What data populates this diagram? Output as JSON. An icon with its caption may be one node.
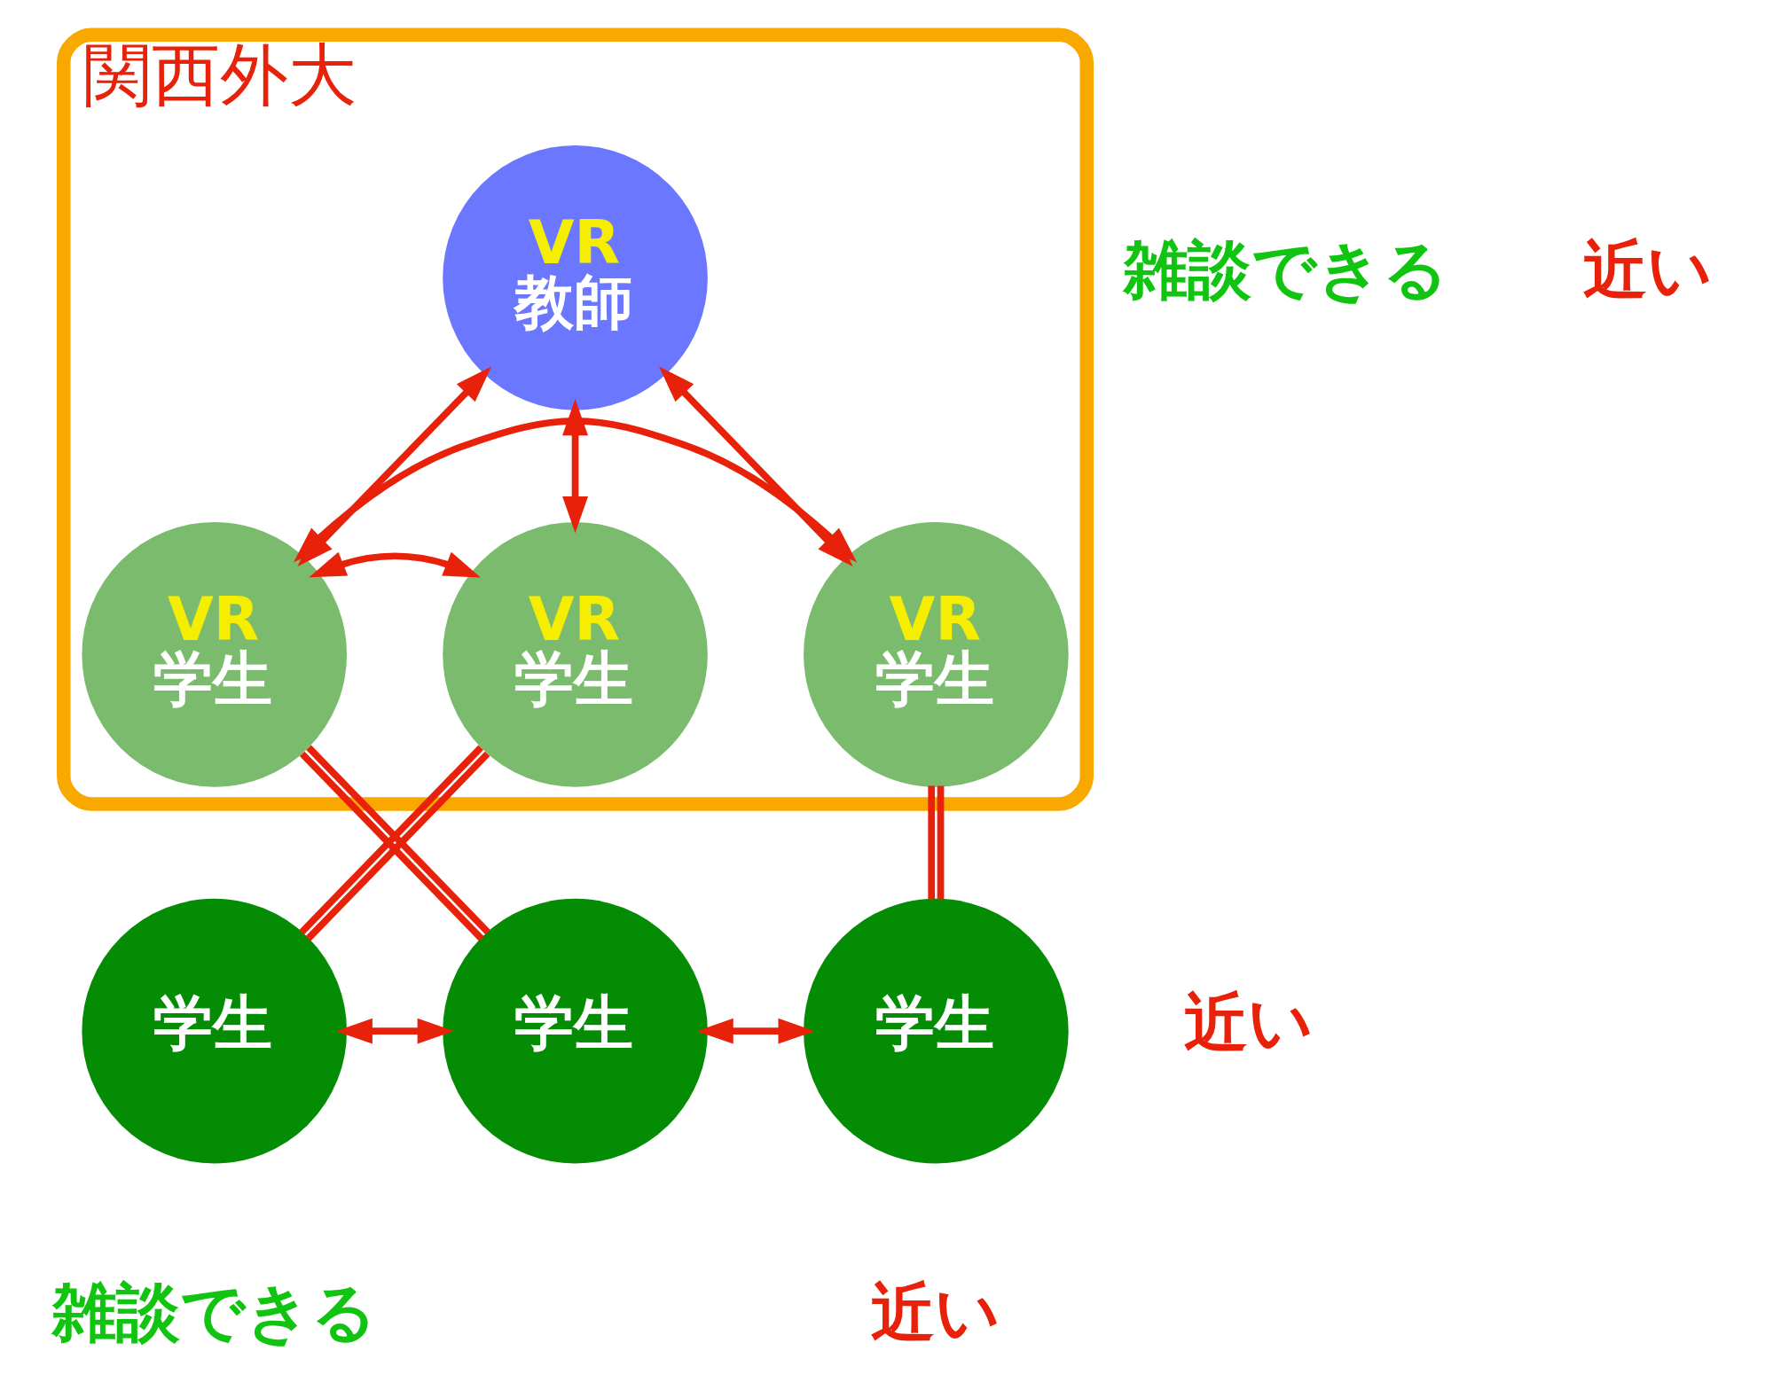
{
  "diagram": {
    "nodes": [
      {
        "text": [
          "関西外大"
        ]
      },
      {
        "text": [
          "VR",
          "教師"
        ],
        "in": 0
      },
      {
        "text": [
          "VR",
          "学生"
        ],
        "in": 0
      },
      {
        "text": [
          "VR",
          "学生"
        ],
        "in": 0
      },
      {
        "text": [
          "VR",
          "学生"
        ],
        "in": 0
      },
      {
        "text": [
          "学生"
        ]
      },
      {
        "text": [
          "学生"
        ]
      },
      {
        "text": [
          "学生"
        ]
      }
    ],
    "edges": [
      {
        "from": 1,
        "to": 2,
        "arrow": "both"
      },
      {
        "from": 1,
        "to": 3,
        "arrow": "both"
      },
      {
        "from": 1,
        "to": 4,
        "arrow": "both"
      },
      {
        "from": 2,
        "to": 3,
        "arrow": "both"
      },
      {
        "from": 3,
        "to": 4,
        "arrow": "both"
      },
      {
        "from": 2,
        "to": 5,
        "arrow": "none"
      },
      {
        "from": 3,
        "to": 6,
        "arrow": "none"
      },
      {
        "from": 4,
        "to": 7,
        "arrow": "none"
      },
      {
        "from": 5,
        "to": 6,
        "arrow": "both"
      },
      {
        "from": 6,
        "to": 7,
        "arrow": "both"
      }
    ],
    "labels": [
      "雑談できる",
      "近い",
      "近い",
      "近い",
      "雑談できる"
    ]
  }
}
